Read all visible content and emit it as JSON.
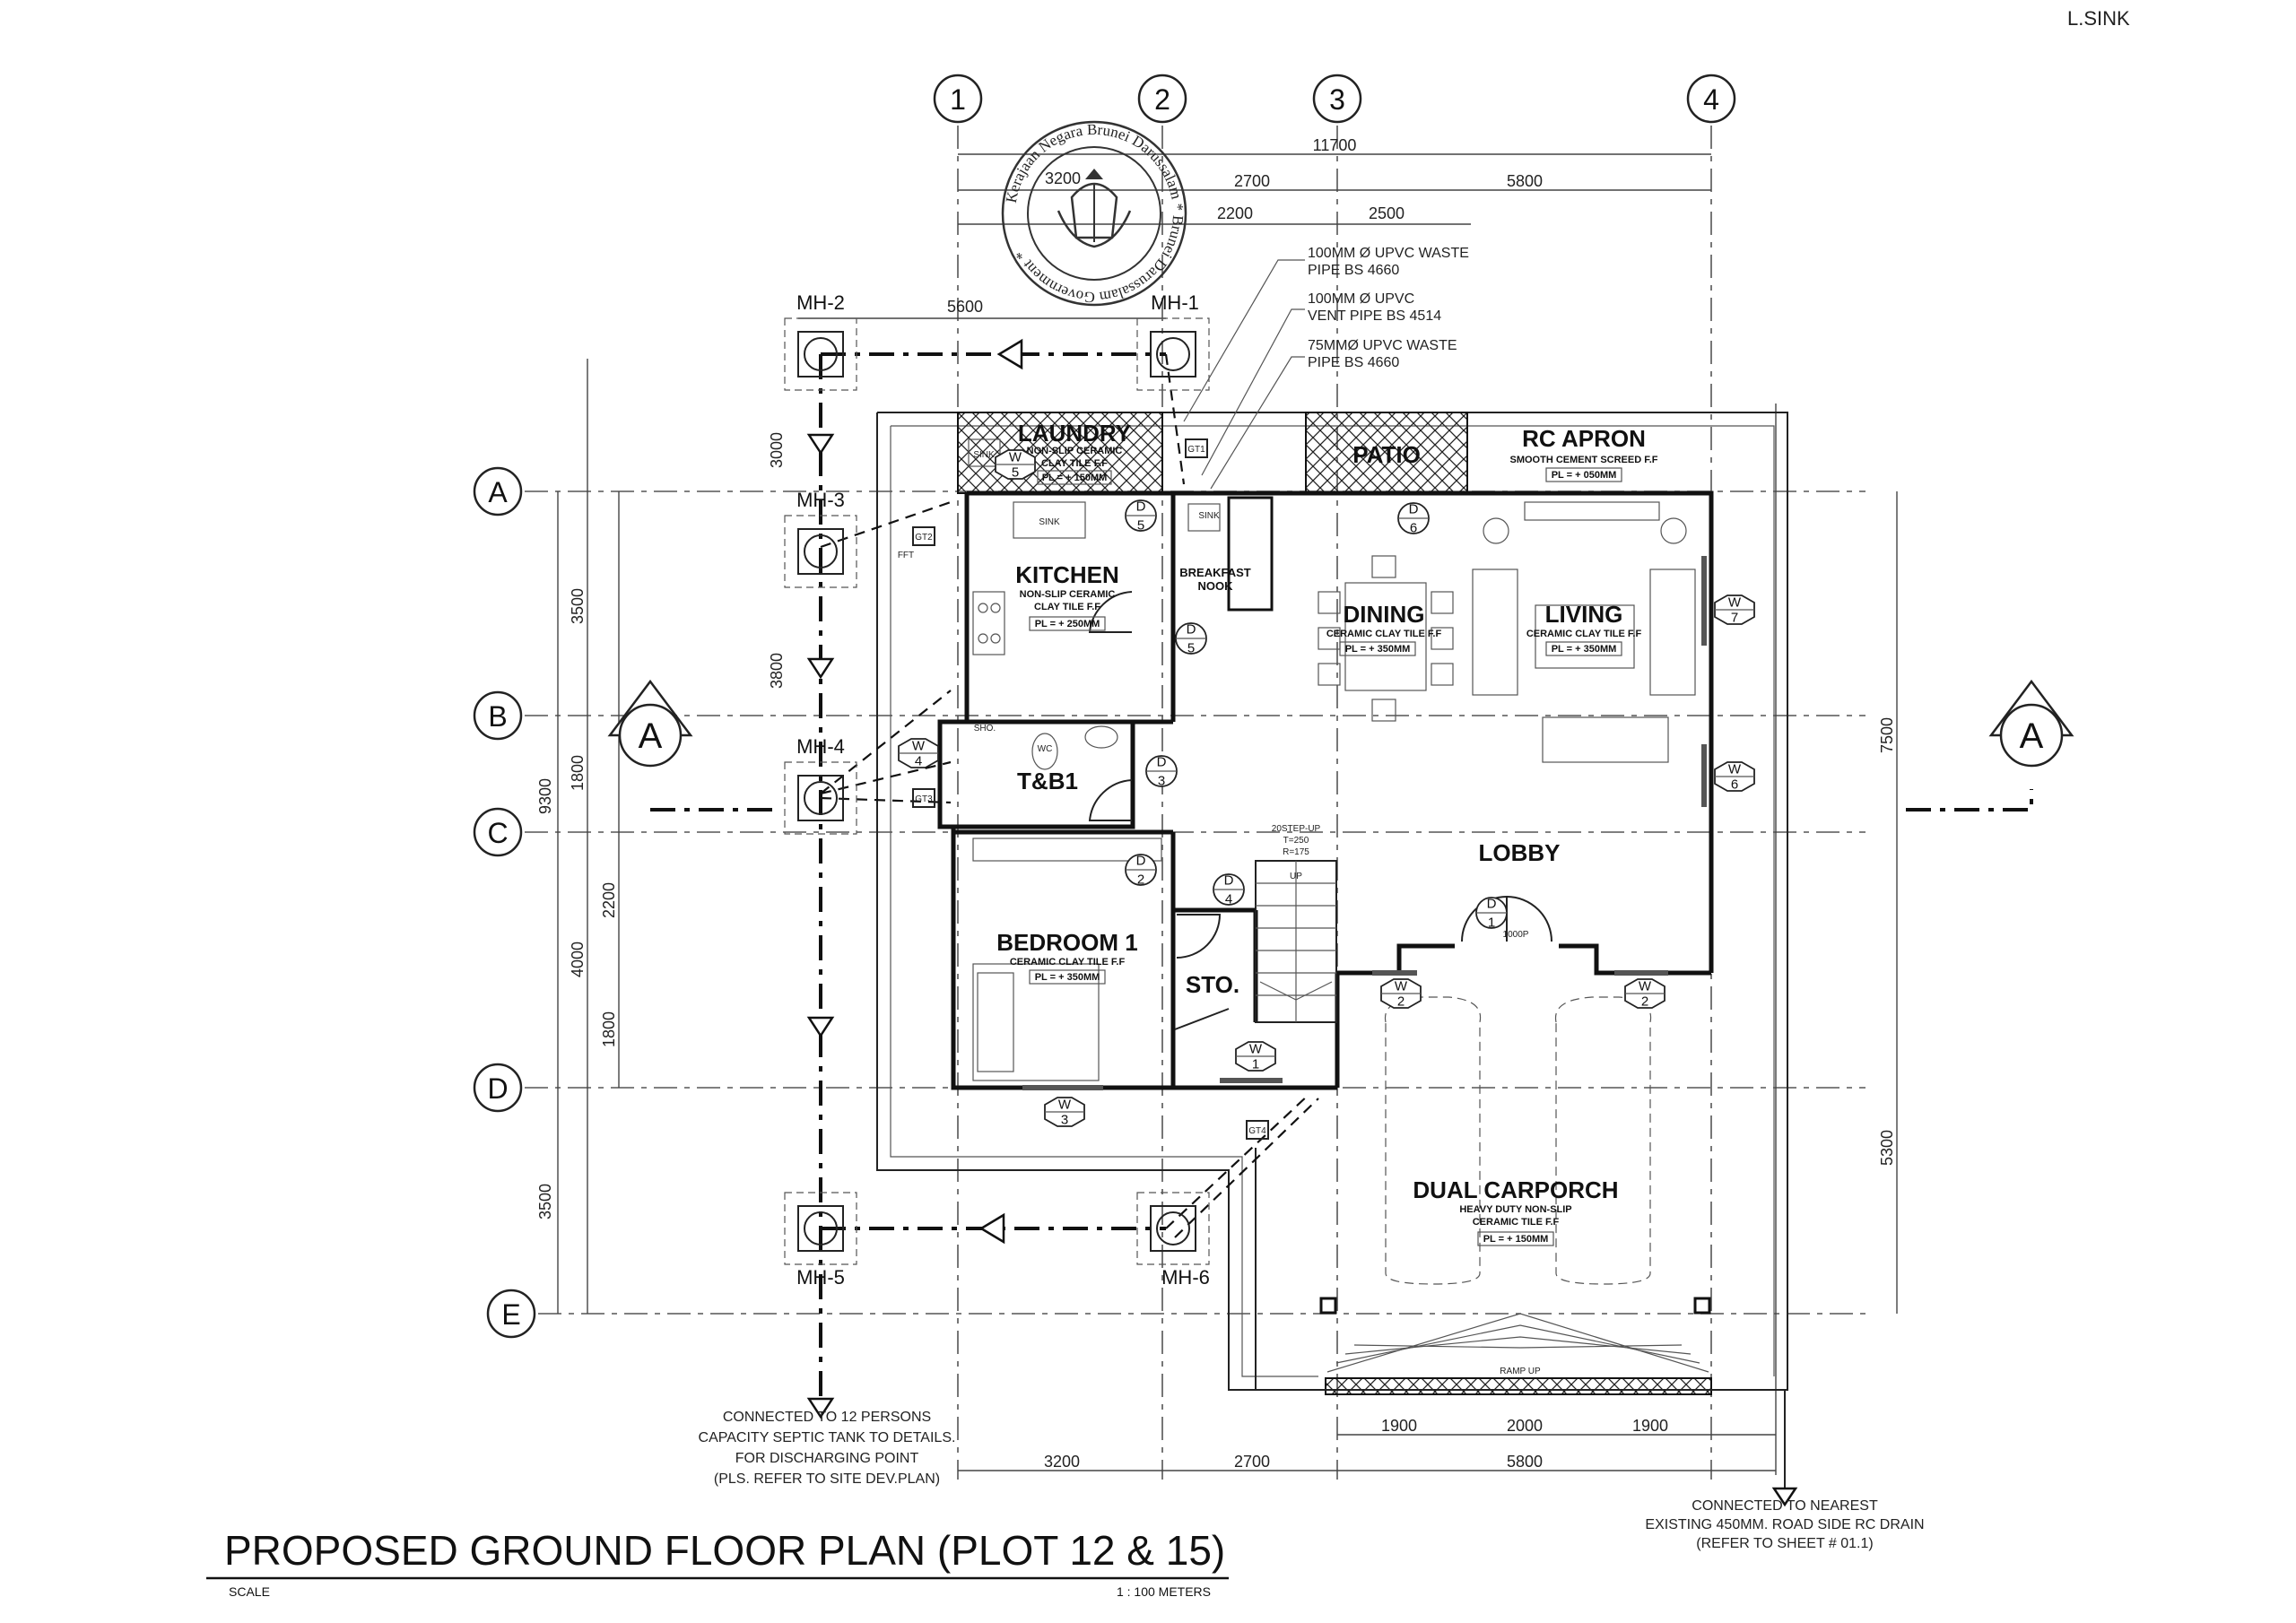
{
  "drawing": {
    "title": "PROPOSED GROUND FLOOR PLAN (PLOT 12 & 15)",
    "scale_label": "SCALE",
    "scale_value": "1 : 100 METERS",
    "corner_text": "L.SINK"
  },
  "seal": {
    "text": "Kerajaan Negara Brunei Darussalam * Brunei Darussalam Government *",
    "dimension_overlay": "3200"
  },
  "grid": {
    "columns": [
      "1",
      "2",
      "3",
      "4"
    ],
    "rows": [
      "A",
      "B",
      "C",
      "D",
      "E"
    ]
  },
  "dimensions": {
    "top_overall": "11700",
    "top_2700": "2700",
    "top_5800": "5800",
    "top_2500": "2500",
    "top_2200": "2200",
    "mh_5600": "5600",
    "left_3000": "3000",
    "left_3500": "3500",
    "left_3800": "3800",
    "left_1800a": "1800",
    "left_9300": "9300",
    "left_2200": "2200",
    "left_4000": "4000",
    "left_1800b": "1800",
    "left_3500b": "3500",
    "right_7500": "7500",
    "right_5300": "5300",
    "bottom_1900a": "1900",
    "bottom_2000": "2000",
    "bottom_1900b": "1900",
    "bottom_3200": "3200",
    "bottom_2700": "2700",
    "bottom_5800": "5800"
  },
  "rooms": {
    "laundry": {
      "name": "LAUNDRY",
      "finish1": "NON-SLIP CERAMIC",
      "finish2": "CLAY TILE F.F",
      "level": "PL = + 150MM"
    },
    "kitchen": {
      "name": "KITCHEN",
      "finish1": "NON-SLIP CERAMIC",
      "finish2": "CLAY TILE F.F",
      "level": "PL = + 250MM"
    },
    "breakfast": {
      "name1": "BREAKFAST",
      "name2": "NOOK"
    },
    "patio": {
      "name": "PATIO"
    },
    "apron": {
      "name": "RC APRON",
      "finish": "SMOOTH CEMENT SCREED F.F",
      "level": "PL = + 050MM"
    },
    "dining": {
      "name": "DINING",
      "finish": "CERAMIC CLAY TILE F.F",
      "level": "PL = + 350MM"
    },
    "living": {
      "name": "LIVING",
      "finish": "CERAMIC CLAY TILE F.F",
      "level": "PL = + 350MM"
    },
    "tb1": {
      "name": "T&B1"
    },
    "lobby": {
      "name": "LOBBY"
    },
    "bedroom": {
      "name": "BEDROOM 1",
      "finish": "CERAMIC CLAY TILE F.F",
      "level": "PL = + 350MM"
    },
    "store": {
      "name": "STO."
    },
    "carporch": {
      "name": "DUAL CARPORCH",
      "finish1": "HEAVY DUTY NON-SLIP",
      "finish2": "CERAMIC TILE F.F",
      "level": "PL = + 150MM"
    }
  },
  "stair": {
    "line1": "20STEP-UP",
    "line2": "T=250",
    "line3": "R=175",
    "up": "UP"
  },
  "ramp": "RAMP UP",
  "doors": {
    "d1": [
      "D",
      "1"
    ],
    "d2": [
      "D",
      "2"
    ],
    "d3": [
      "D",
      "3"
    ],
    "d4": [
      "D",
      "4"
    ],
    "d5a": [
      "D",
      "5"
    ],
    "d5b": [
      "D",
      "5"
    ],
    "d6": [
      "D",
      "6"
    ]
  },
  "windows": {
    "w1": [
      "W",
      "1"
    ],
    "w2a": [
      "W",
      "2"
    ],
    "w2b": [
      "W",
      "2"
    ],
    "w3": [
      "W",
      "3"
    ],
    "w4": [
      "W",
      "4"
    ],
    "w5": [
      "W",
      "5"
    ],
    "w6": [
      "W",
      "6"
    ],
    "w7": [
      "W",
      "7"
    ]
  },
  "gully_traps": {
    "gt1": "GT1",
    "gt2": "GT2",
    "gt3": "GT3",
    "gt4": "GT4"
  },
  "manholes": {
    "mh1": "MH-1",
    "mh2": "MH-2",
    "mh3": "MH-3",
    "mh4": "MH-4",
    "mh5": "MH-5",
    "mh6": "MH-6"
  },
  "pipe_notes": {
    "waste100_1": "100MM Ø UPVC WASTE",
    "waste100_2": "PIPE BS 4660",
    "vent_1": "100MM Ø UPVC",
    "vent_2": "VENT PIPE BS 4514",
    "waste75_1": "75MMØ UPVC WASTE",
    "waste75_2": "PIPE BS 4660"
  },
  "septic_note": {
    "line1": "CONNECTED TO 12 PERSONS",
    "line2": "CAPACITY SEPTIC TANK TO DETAILS.",
    "line3": "FOR DISCHARGING POINT",
    "line4": "(PLS. REFER TO SITE DEV.PLAN)"
  },
  "drain_note": {
    "line1": "CONNECTED TO NEAREST",
    "line2": "EXISTING 450MM. ROAD SIDE RC DRAIN",
    "line3": "(REFER TO SHEET # 01.1)"
  },
  "section_marks": {
    "left": "A",
    "right": "A"
  },
  "fixtures": {
    "sink1": "SINK",
    "sink2": "SINK",
    "sink3": "SINK",
    "wc": "WC",
    "shower": "SHO.",
    "fft": "FFT",
    "door1000": "1000P"
  }
}
